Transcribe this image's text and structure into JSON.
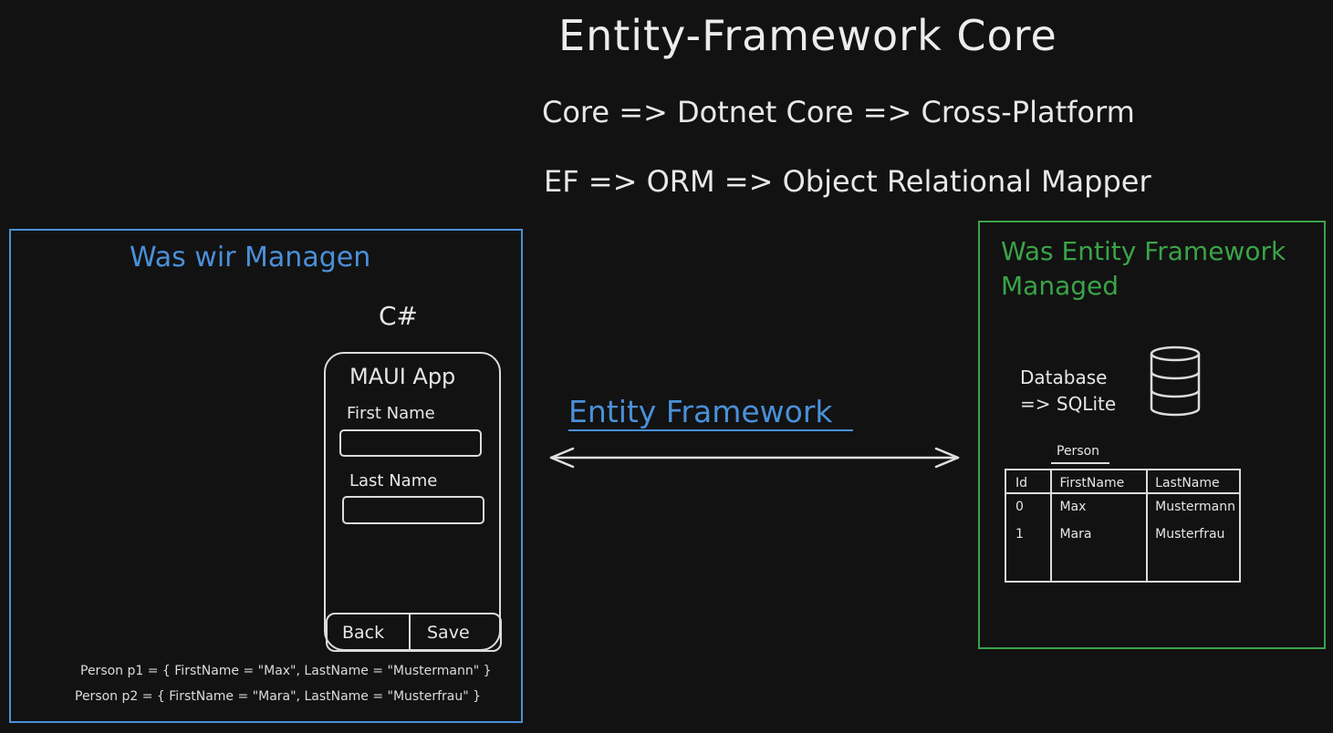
{
  "title": "Entity-Framework Core",
  "lines": [
    "Core => Dotnet Core => Cross-Platform",
    "EF => ORM => Object Relational Mapper"
  ],
  "left_panel": {
    "title": "Was wir Managen",
    "language": "C#",
    "app": {
      "title": "MAUI App",
      "first_name_label": "First Name",
      "first_name_value": "",
      "last_name_label": "Last Name",
      "last_name_value": "",
      "back_label": "Back",
      "save_label": "Save"
    },
    "code": [
      "Person p1 = { FirstName = \"Max\", LastName = \"Mustermann\" }",
      "Person p2 = { FirstName = \"Mara\", LastName = \"Musterfrau\" }"
    ]
  },
  "connector": {
    "label": "Entity Framework"
  },
  "right_panel": {
    "title_line1": "Was Entity Framework",
    "title_line2": "Managed",
    "db_line1": "Database",
    "db_line2": "=> SQLite",
    "db_icon": "database-cylinder-icon",
    "table_name": "Person",
    "columns": [
      "Id",
      "FirstName",
      "LastName"
    ],
    "rows": [
      [
        "0",
        "Max",
        "Mustermann"
      ],
      [
        "1",
        "Mara",
        "Musterfrau"
      ]
    ]
  },
  "colors": {
    "background": "#121212",
    "left_accent": "#4a90d9",
    "right_accent": "#3aa447",
    "stroke": "#dcdcdc"
  }
}
